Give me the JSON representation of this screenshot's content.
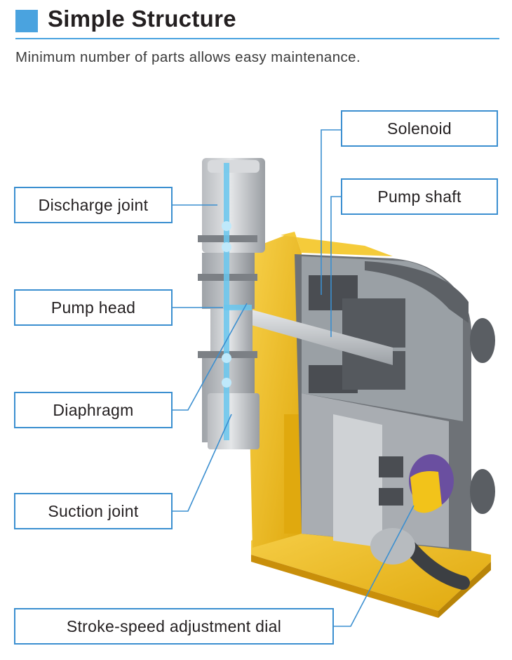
{
  "header": {
    "title": "Simple Structure",
    "subtitle": "Minimum number of parts allows easy maintenance."
  },
  "labels": {
    "solenoid": "Solenoid",
    "pump_shaft": "Pump shaft",
    "discharge_joint": "Discharge joint",
    "pump_head": "Pump head",
    "diaphragm": "Diaphragm",
    "suction_joint": "Suction joint",
    "stroke_speed_dial": "Stroke-speed adjustment dial"
  },
  "colors": {
    "accent_blue": "#4aa3df",
    "label_border": "#3b8fd0",
    "body_yellow": "#f2c31a",
    "housing_gray": "#8d9196",
    "dark_gray": "#4a4d52"
  }
}
